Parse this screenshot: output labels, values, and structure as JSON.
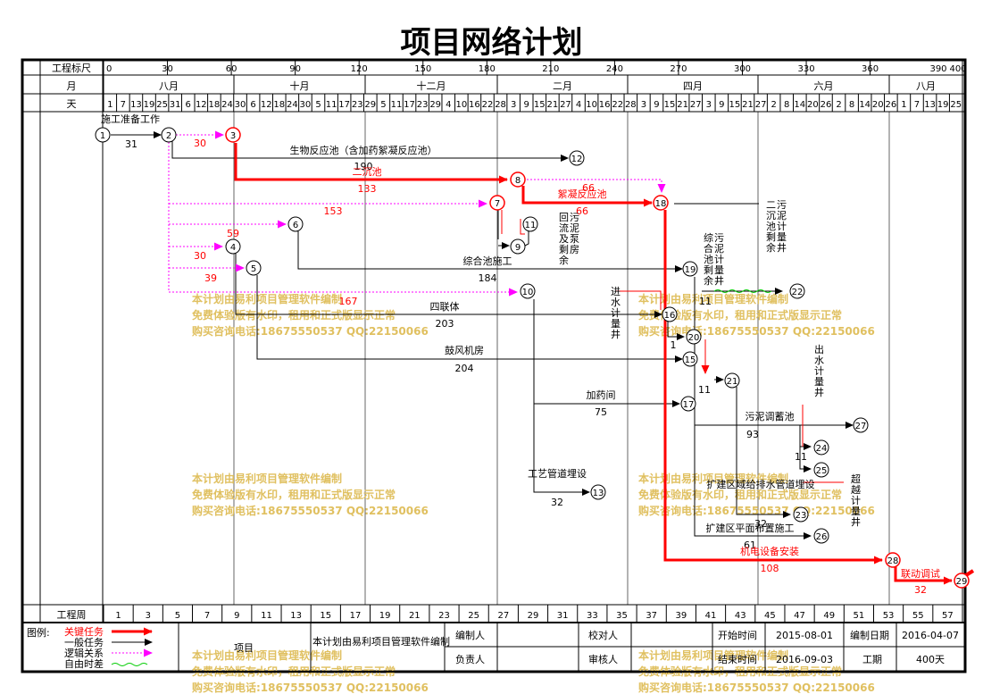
{
  "title": "项目网络计划",
  "timeline": {
    "scale_label": "工程标尺",
    "scale_ticks": [
      "0",
      "30",
      "60",
      "90",
      "120",
      "150",
      "180",
      "210",
      "240",
      "270",
      "300",
      "330",
      "360",
      "390",
      "400"
    ],
    "month_label": "月",
    "months": [
      "八月",
      "十月",
      "十二月",
      "二月",
      "四月",
      "六月",
      "八月"
    ],
    "day_label": "天",
    "days": [
      "1",
      "7",
      "13",
      "19",
      "25",
      "31",
      "6",
      "12",
      "18",
      "24",
      "30",
      "6",
      "12",
      "18",
      "24",
      "30",
      "5",
      "11",
      "17",
      "23",
      "29",
      "5",
      "11",
      "17",
      "23",
      "29",
      "4",
      "10",
      "16",
      "22",
      "28",
      "3",
      "9",
      "15",
      "21",
      "27",
      "4",
      "10",
      "16",
      "22",
      "28",
      "3",
      "9",
      "15",
      "21",
      "27",
      "3",
      "9",
      "15",
      "21",
      "27",
      "2",
      "8",
      "14",
      "20",
      "26",
      "2",
      "8",
      "14",
      "20",
      "26",
      "1",
      "7",
      "13",
      "19",
      "25"
    ],
    "week_label": "工程周",
    "weeks": [
      "1",
      "3",
      "5",
      "7",
      "9",
      "11",
      "13",
      "15",
      "17",
      "19",
      "21",
      "23",
      "25",
      "27",
      "29",
      "31",
      "33",
      "35",
      "37",
      "39",
      "41",
      "43",
      "45",
      "47",
      "49",
      "51",
      "53",
      "55",
      "57"
    ]
  },
  "nodes": [
    "1",
    "2",
    "3",
    "4",
    "5",
    "6",
    "7",
    "8",
    "9",
    "10",
    "11",
    "12",
    "13",
    "15",
    "16",
    "17",
    "18",
    "19",
    "20",
    "21",
    "22",
    "23",
    "24",
    "25",
    "26",
    "27",
    "28",
    "29"
  ],
  "activities": {
    "a1": {
      "name": "施工准备工作",
      "duration": "31"
    },
    "a2": {
      "duration": "30"
    },
    "a3": {
      "name": "生物反应池（含加药絮凝反应池）",
      "duration": "190"
    },
    "a4": {
      "name": "二沉池",
      "duration": "133"
    },
    "a5": {
      "name": "絮凝反应池",
      "duration": "66"
    },
    "a5b": {
      "duration": "66"
    },
    "a6": {
      "duration": "153"
    },
    "a7": {
      "duration": "59"
    },
    "a8": {
      "duration": "30"
    },
    "a9": {
      "duration": "39"
    },
    "a10": {
      "duration": "167"
    },
    "a11": {
      "name": "综合池施工",
      "duration": "184"
    },
    "a12": {
      "name": "四联体",
      "duration": "203"
    },
    "a13": {
      "name": "鼓风机房",
      "duration": "204"
    },
    "a14": {
      "name": "加药间",
      "duration": "75"
    },
    "a15": {
      "name": "工艺管道埋设",
      "duration": "32"
    },
    "a16": {
      "name": "回流及剩余污泥泵房"
    },
    "a17": {
      "name": "进水计量井"
    },
    "a18": {
      "name": "二沉池剩余污泥计量井"
    },
    "a19": {
      "name": "综合池剩余污泥计量井",
      "duration": "11"
    },
    "a20": {
      "name": "出水计量井"
    },
    "a21": {
      "name": "污泥调蓄池",
      "duration": "93"
    },
    "a22": {
      "name": "扩建区域给排水管道埋设",
      "duration": "32"
    },
    "a23": {
      "name": "扩建区平面布置施工",
      "duration": "61"
    },
    "a24": {
      "name": "机电设备安装",
      "duration": "108"
    },
    "a25": {
      "name": "联动调试",
      "duration": "32"
    },
    "a26": {
      "name": "超越计量井"
    },
    "misc1": {
      "duration": "1"
    },
    "misc2": {
      "duration": "11"
    },
    "misc3": {
      "duration": "11"
    }
  },
  "watermark": {
    "line1": "本计划由易利项目管理软件编制",
    "line2": "免费体验版有水印，租用和正式版显示正常",
    "line3": "购买咨询电话:18675550537 QQ:22150066"
  },
  "legend": {
    "title": "图例:",
    "critical": "关键任务",
    "normal": "一般任务",
    "logic": "逻辑关系",
    "free_float": "自由时差",
    "colors": {
      "critical": "#ff0000",
      "normal": "#000000",
      "logic": "#ff00ff",
      "free_float": "#00cc00"
    }
  },
  "footer": {
    "project_label": "项目",
    "made_by_text": "本计划由易利项目管理软件编制",
    "compiler_label": "编制人",
    "proofreader_label": "校对人",
    "start_label": "开始时间",
    "start_value": "2015-08-01",
    "edit_date_label": "编制日期",
    "edit_date_value": "2016-04-07",
    "principal_label": "负责人",
    "reviewer_label": "审核人",
    "end_label": "结束时间",
    "end_value": "2016-09-03",
    "duration_label": "工期",
    "duration_value": "400天"
  }
}
